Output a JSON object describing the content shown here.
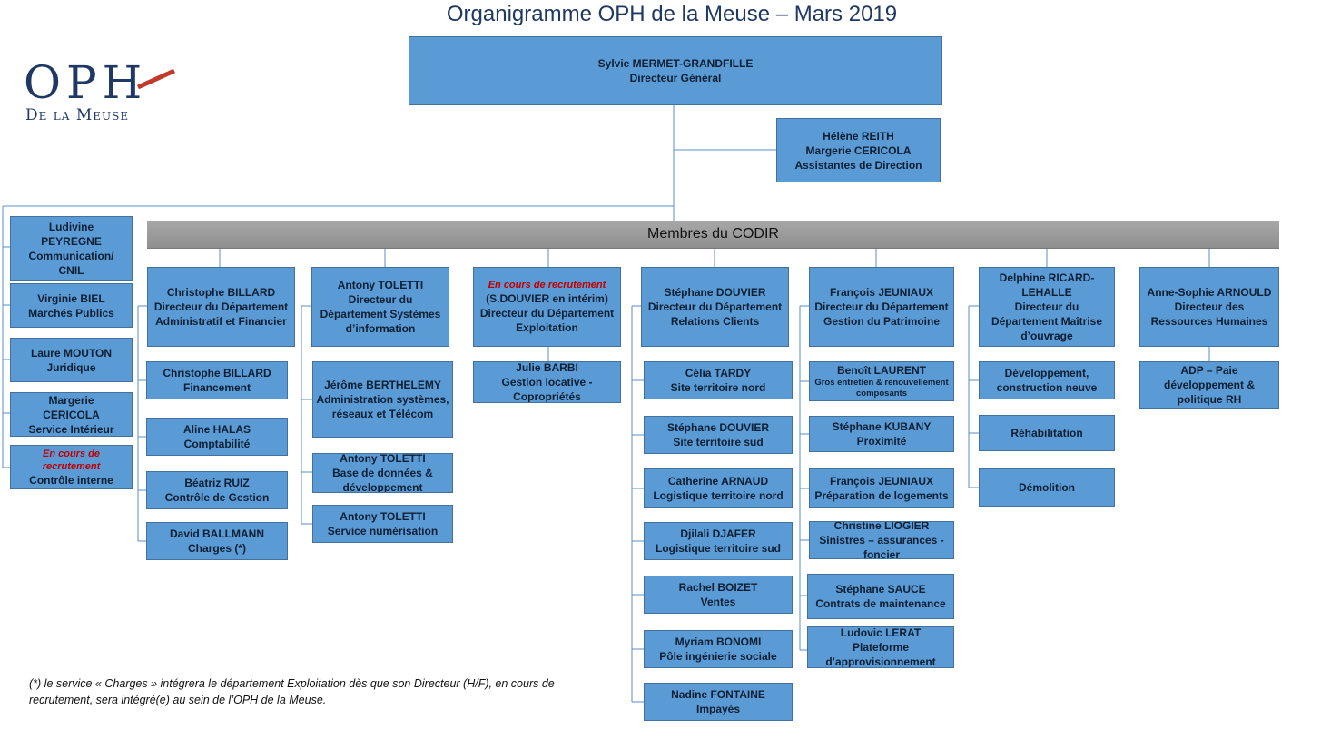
{
  "title": "Organigramme OPH de la Meuse – Mars 2019",
  "logo": {
    "line1": "OPH",
    "line2": "De la Meuse"
  },
  "codir_label": "Membres du CODIR",
  "footnote": "(*) le service « Charges » intégrera le département Exploitation dès que son Directeur (H/F), en cours de recrutement, sera intégré(e) au sein de l’OPH de la Meuse.",
  "colors": {
    "box": "#5b9bd5",
    "border": "#41719c",
    "codir_bar": "#9e9e9e",
    "title": "#1f3864",
    "recruiting": "#c00000"
  },
  "boxes": [
    {
      "id": "dg",
      "lines": [
        "Sylvie MERMET-GRANDFILLE",
        "Directeur Général"
      ]
    },
    {
      "id": "assist",
      "lines": [
        "Hélène REITH",
        "Margerie CERICOLA",
        "Assistantes de Direction"
      ]
    },
    {
      "id": "com",
      "lines": [
        "Ludivine",
        "PEYREGNE",
        "Communication/",
        "CNIL"
      ]
    },
    {
      "id": "marches",
      "lines": [
        "Virginie BIEL",
        "Marchés Publics"
      ]
    },
    {
      "id": "juri",
      "lines": [
        "Laure MOUTON",
        "Juridique"
      ]
    },
    {
      "id": "servint",
      "lines": [
        "Margerie",
        "CERICOLA",
        "Service Intérieur"
      ]
    },
    {
      "id": "ctrlint",
      "recruiting": "En cours de\nrecrutement",
      "lines": [
        "Contrôle interne"
      ]
    },
    {
      "id": "daf",
      "lines": [
        "Christophe BILLARD",
        "Directeur du Département Administratif et Financier"
      ]
    },
    {
      "id": "fin",
      "lines": [
        "Christophe BILLARD",
        "Financement"
      ]
    },
    {
      "id": "compta",
      "lines": [
        "Aline HALAS",
        "Comptabilité"
      ]
    },
    {
      "id": "cdg",
      "lines": [
        "Béatriz RUIZ",
        "Contrôle de Gestion"
      ]
    },
    {
      "id": "charges",
      "lines": [
        "David BALLMANN",
        "Charges (*)"
      ]
    },
    {
      "id": "dsi",
      "lines": [
        "Antony TOLETTI",
        "Directeur du Département Systèmes d’information"
      ]
    },
    {
      "id": "admsys",
      "lines": [
        "Jérôme BERTHELEMY",
        "Administration systèmes, réseaux et Télécom"
      ]
    },
    {
      "id": "bdd",
      "lines": [
        "Antony TOLETTI",
        "Base de données & développement"
      ]
    },
    {
      "id": "num",
      "lines": [
        "Antony TOLETTI",
        "Service numérisation"
      ]
    },
    {
      "id": "expl",
      "recruiting": "En cours de recrutement",
      "lines": [
        "(S.DOUVIER en intérim)",
        "Directeur du Département Exploitation"
      ]
    },
    {
      "id": "gestloc",
      "lines": [
        "Julie BARBI",
        "Gestion locative - Copropriétés"
      ]
    },
    {
      "id": "drc",
      "lines": [
        "Stéphane DOUVIER",
        "Directeur du Département Relations Clients"
      ]
    },
    {
      "id": "nord",
      "lines": [
        "Célia TARDY",
        "Site territoire nord"
      ]
    },
    {
      "id": "sud",
      "lines": [
        "Stéphane DOUVIER",
        "Site territoire sud"
      ]
    },
    {
      "id": "lognord",
      "lines": [
        "Catherine ARNAUD",
        "Logistique territoire nord"
      ]
    },
    {
      "id": "logsud",
      "lines": [
        "Djilali DJAFER",
        "Logistique territoire sud"
      ]
    },
    {
      "id": "ventes",
      "lines": [
        "Rachel BOIZET",
        "Ventes"
      ]
    },
    {
      "id": "pis",
      "lines": [
        "Myriam BONOMI",
        "Pôle ingénierie sociale"
      ]
    },
    {
      "id": "impayes",
      "lines": [
        "Nadine FONTAINE",
        "Impayés"
      ]
    },
    {
      "id": "dgp",
      "lines": [
        "François JEUNIAUX",
        "Directeur du Département Gestion du Patrimoine"
      ]
    },
    {
      "id": "gros",
      "lines": [
        "Benoît LAURENT"
      ],
      "small": "Gros entretien & renouvellement composants"
    },
    {
      "id": "prox",
      "lines": [
        "Stéphane KUBANY",
        "Proximité"
      ]
    },
    {
      "id": "prep",
      "lines": [
        "François JEUNIAUX",
        "Préparation de logements"
      ]
    },
    {
      "id": "sin",
      "lines": [
        "Christine LIOGIER",
        "Sinistres – assurances - foncier"
      ]
    },
    {
      "id": "contrats",
      "lines": [
        "Stéphane SAUCE",
        "Contrats de maintenance"
      ]
    },
    {
      "id": "plat",
      "lines": [
        "Ludovic LERAT",
        "Plateforme d’approvisionnement"
      ]
    },
    {
      "id": "dmo",
      "lines": [
        "Delphine RICARD-LEHALLE",
        "Directeur du Département Maîtrise d’ouvrage"
      ]
    },
    {
      "id": "dev",
      "lines": [
        "Développement, construction neuve"
      ]
    },
    {
      "id": "rehab",
      "lines": [
        "Réhabilitation"
      ]
    },
    {
      "id": "demol",
      "lines": [
        "Démolition"
      ]
    },
    {
      "id": "drh",
      "lines": [
        "Anne-Sophie ARNOULD",
        "Directeur des Ressources Humaines"
      ]
    },
    {
      "id": "adp",
      "lines": [
        "ADP –  Paie développement & politique RH"
      ]
    }
  ]
}
